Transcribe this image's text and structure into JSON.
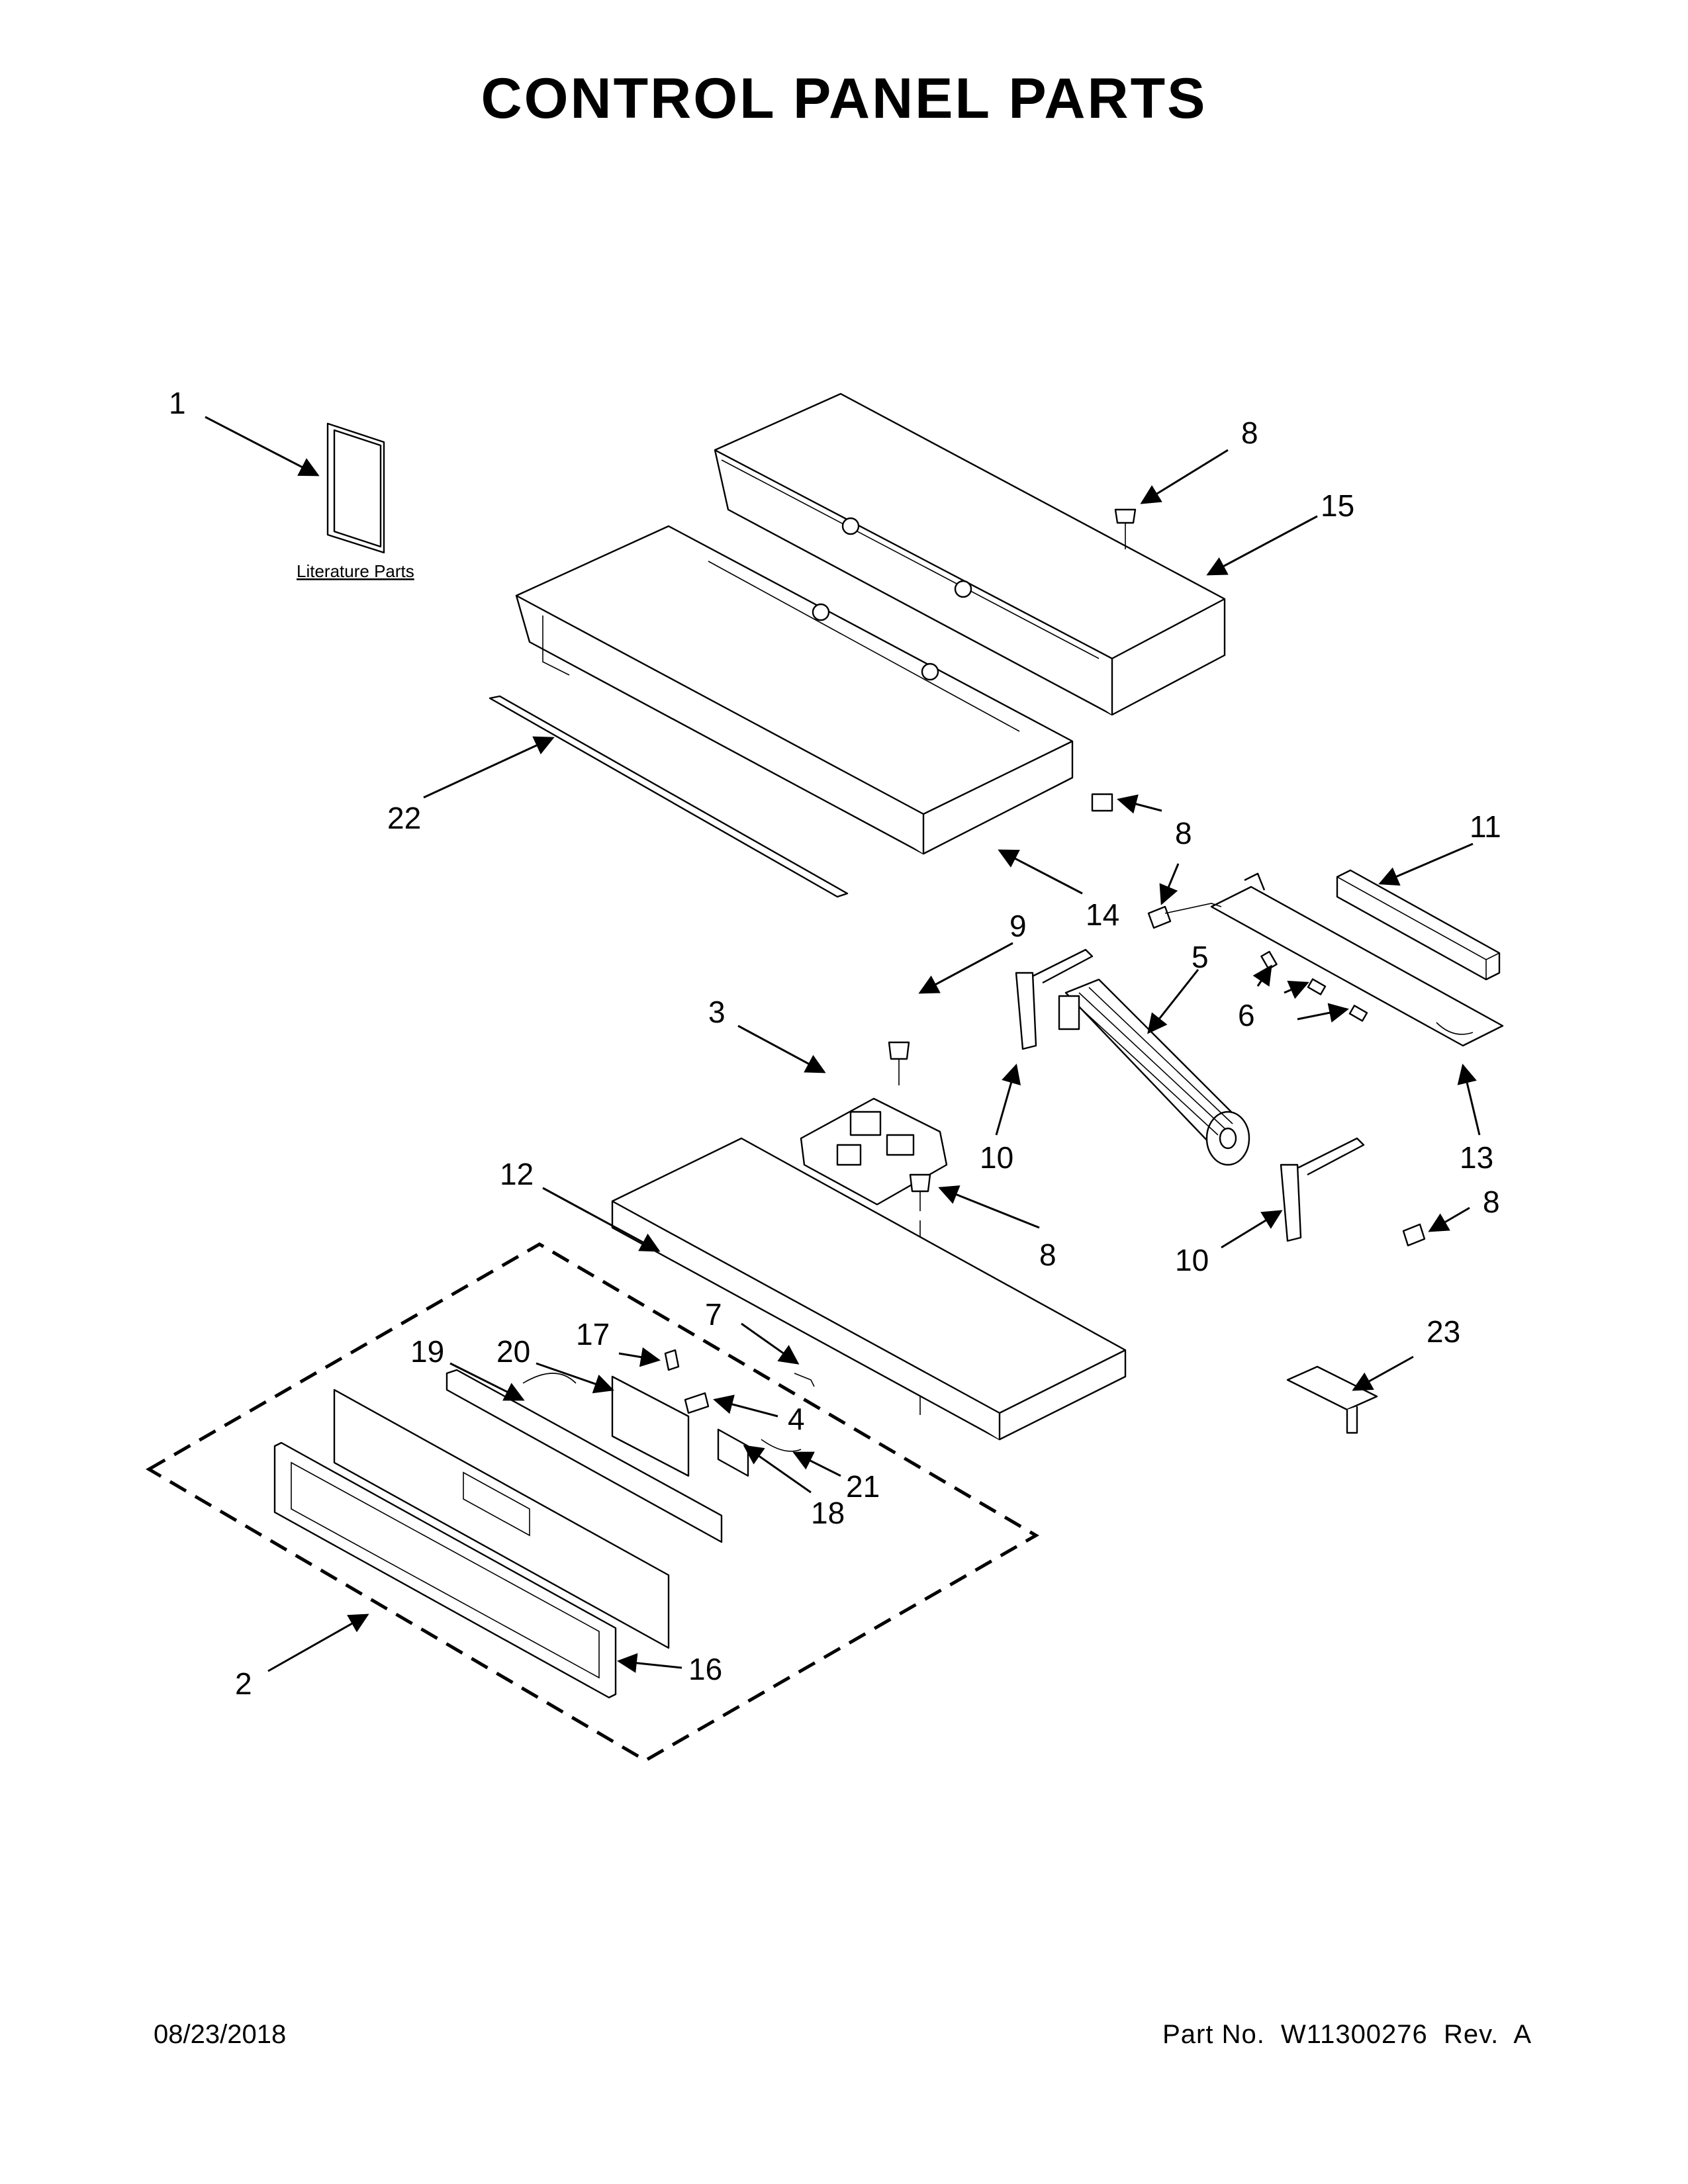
{
  "title": "CONTROL PANEL PARTS",
  "literature_label": "Literature Parts",
  "footer": {
    "date": "08/23/2018",
    "part_number": "Part No.  W11300276  Rev.  A"
  },
  "callouts": {
    "c1": "1",
    "c2": "2",
    "c3": "3",
    "c4": "4",
    "c5": "5",
    "c6": "6",
    "c7": "7",
    "c8a": "8",
    "c8b": "8",
    "c8c": "8",
    "c8d": "8",
    "c8e": "8",
    "c9": "9",
    "c10a": "10",
    "c10b": "10",
    "c11": "11",
    "c12": "12",
    "c13": "13",
    "c14": "14",
    "c15": "15",
    "c16": "16",
    "c17": "17",
    "c18": "18",
    "c19": "19",
    "c20": "20",
    "c21": "21",
    "c22": "22",
    "c23": "23"
  }
}
